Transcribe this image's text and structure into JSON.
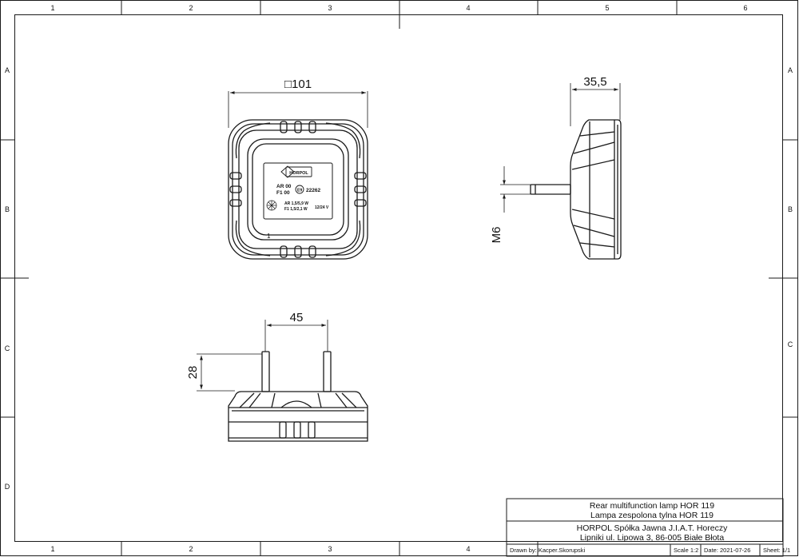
{
  "zones": {
    "columns": [
      "1",
      "2",
      "3",
      "4",
      "5",
      "6"
    ],
    "rows": [
      "A",
      "B",
      "C",
      "D"
    ]
  },
  "dimensions": {
    "width": "□101",
    "depth": "35,5",
    "thread": "M6",
    "stud_spacing": "45",
    "stud_length": "28"
  },
  "lamp_label": {
    "brand": "HORPOL",
    "line1": "AR  00",
    "line2": "F1  00",
    "approval_mark": "E9",
    "approval_number": "22262",
    "spec1": "AR  1,5/5,9 W",
    "spec2": "F1  1,5/2,1 W",
    "voltage": "12/24 V"
  },
  "part_number": "1",
  "title_block": {
    "title_en": "Rear multifunction lamp HOR 119",
    "title_pl": "Lampa zespolona tylna HOR 119",
    "company": "HORPOL Spółka Jawna   J.I.A.T. Horeczy",
    "address": "Lipniki ul. Lipowa 3, 86-005 Białe Błota",
    "drawn_by": "Drawn by:  Kacper.Skorupski",
    "scale": "Scale  1:2",
    "date": "Date: 2021-07-26",
    "sheet": "Sheet: 1/1"
  },
  "colors": {
    "line": "#1a1a1a",
    "paper": "#ffffff"
  }
}
